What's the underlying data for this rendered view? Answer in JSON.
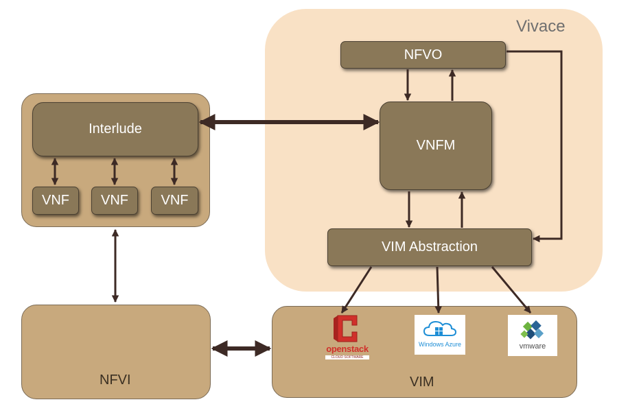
{
  "vivace": {
    "label": "Vivace"
  },
  "nodes": {
    "nfvo": "NFVO",
    "vnfm": "VNFM",
    "vim_abstraction": "VIM Abstraction",
    "interlude": "Interlude",
    "vnf": [
      "VNF",
      "VNF",
      "VNF"
    ],
    "nfvi": "NFVI",
    "vim": "VIM"
  },
  "logos": {
    "openstack": {
      "name": "openstack",
      "tagline": "CLOUD SOFTWARE",
      "icon": "openstack-icon",
      "color": "#d0302b"
    },
    "azure": {
      "name": "Windows Azure",
      "icon": "azure-cloud-icon",
      "color": "#1e8ed6"
    },
    "vmware": {
      "name": "vmware",
      "icon": "vmware-icon",
      "color": "#2a6496"
    }
  },
  "colors": {
    "region": "#f9e1c5",
    "outer_box": "#c8a97d",
    "inner_box": "#8a7858",
    "arrow": "#3d2a25"
  }
}
